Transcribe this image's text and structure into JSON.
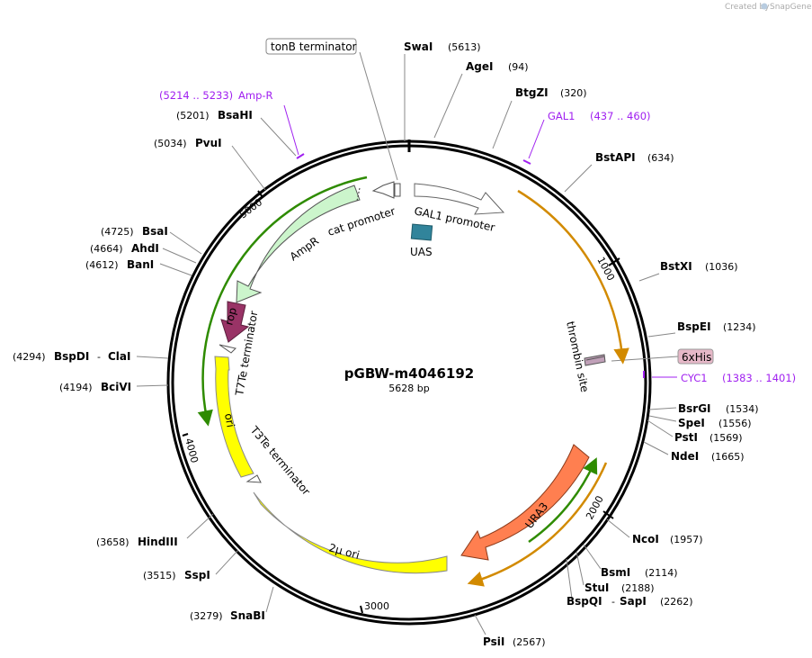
{
  "credit": {
    "created_by": "Created by",
    "brand": "SnapGene"
  },
  "plasmid": {
    "name": "pGBW-m4046192",
    "size": "5628 bp"
  },
  "ticks": [
    "1000",
    "2000",
    "3000",
    "4000",
    "5000"
  ],
  "enzymes": {
    "swai": {
      "name": "SwaI",
      "pos": "(5613)"
    },
    "agei": {
      "name": "AgeI",
      "pos": "(94)"
    },
    "btgzi": {
      "name": "BtgZI",
      "pos": "(320)"
    },
    "bstapi": {
      "name": "BstAPI",
      "pos": "(634)"
    },
    "bstxi": {
      "name": "BstXI",
      "pos": "(1036)"
    },
    "bspei": {
      "name": "BspEI",
      "pos": "(1234)"
    },
    "bsrgi": {
      "name": "BsrGI",
      "pos": "(1534)"
    },
    "spei": {
      "name": "SpeI",
      "pos": "(1556)"
    },
    "psti": {
      "name": "PstI",
      "pos": "(1569)"
    },
    "ndei": {
      "name": "NdeI",
      "pos": "(1665)"
    },
    "ncoi": {
      "name": "NcoI",
      "pos": "(1957)"
    },
    "bsmi": {
      "name": "BsmI",
      "pos": "(2114)"
    },
    "stui": {
      "name": "StuI",
      "pos": "(2188)"
    },
    "bspqi": {
      "name": "BspQI",
      "sep": "-",
      "name2": "SapI",
      "pos": "(2262)"
    },
    "psii": {
      "name": "PsiI",
      "pos": "(2567)"
    },
    "snabi": {
      "name": "SnaBI",
      "pos": "(3279)"
    },
    "sspi": {
      "name": "SspI",
      "pos": "(3515)"
    },
    "hindiii": {
      "name": "HindIII",
      "pos": "(3658)"
    },
    "bcivi": {
      "name": "BciVI",
      "pos": "(4194)"
    },
    "bspdi": {
      "name": "BspDI",
      "sep": "-",
      "name2": "ClaI",
      "pos": "(4294)"
    },
    "bani": {
      "name": "BanI",
      "pos": "(4612)"
    },
    "ahdi": {
      "name": "AhdI",
      "pos": "(4664)"
    },
    "bsai": {
      "name": "BsaI",
      "pos": "(4725)"
    },
    "pvui": {
      "name": "PvuI",
      "pos": "(5034)"
    },
    "bsahi": {
      "name": "BsaHI",
      "pos": "(5201)"
    }
  },
  "primers": {
    "ampr": {
      "range": "(5214 .. 5233)",
      "name": "Amp-R"
    },
    "gal1": {
      "name": "GAL1",
      "range": "(437 .. 460)"
    },
    "cyc1": {
      "name": "CYC1",
      "range": "(1383 .. 1401)"
    }
  },
  "features": {
    "tonb": "tonB terminator",
    "gal1_promoter": "GAL1 promoter",
    "uas": "UAS",
    "thrombin": "thrombin site",
    "his": "6xHis",
    "ura3": "URA3",
    "two_mu": "2μ ori",
    "t3te": "T3Te terminator",
    "ori": "ori",
    "t7te": "T7Te terminator",
    "rop": "rop",
    "ampr": "AmpR",
    "cat_promoter": "cat promoter"
  },
  "colors": {
    "ampr": "#ccf5cc",
    "ura3": "#ff7f50",
    "ori": "#ffff00",
    "rop": "#993366",
    "uas": "#31849b",
    "his": "#e6b8c8",
    "primer": "#a020f0",
    "green_arrow": "#2e8b00",
    "orange_arrow": "#d28a00"
  }
}
